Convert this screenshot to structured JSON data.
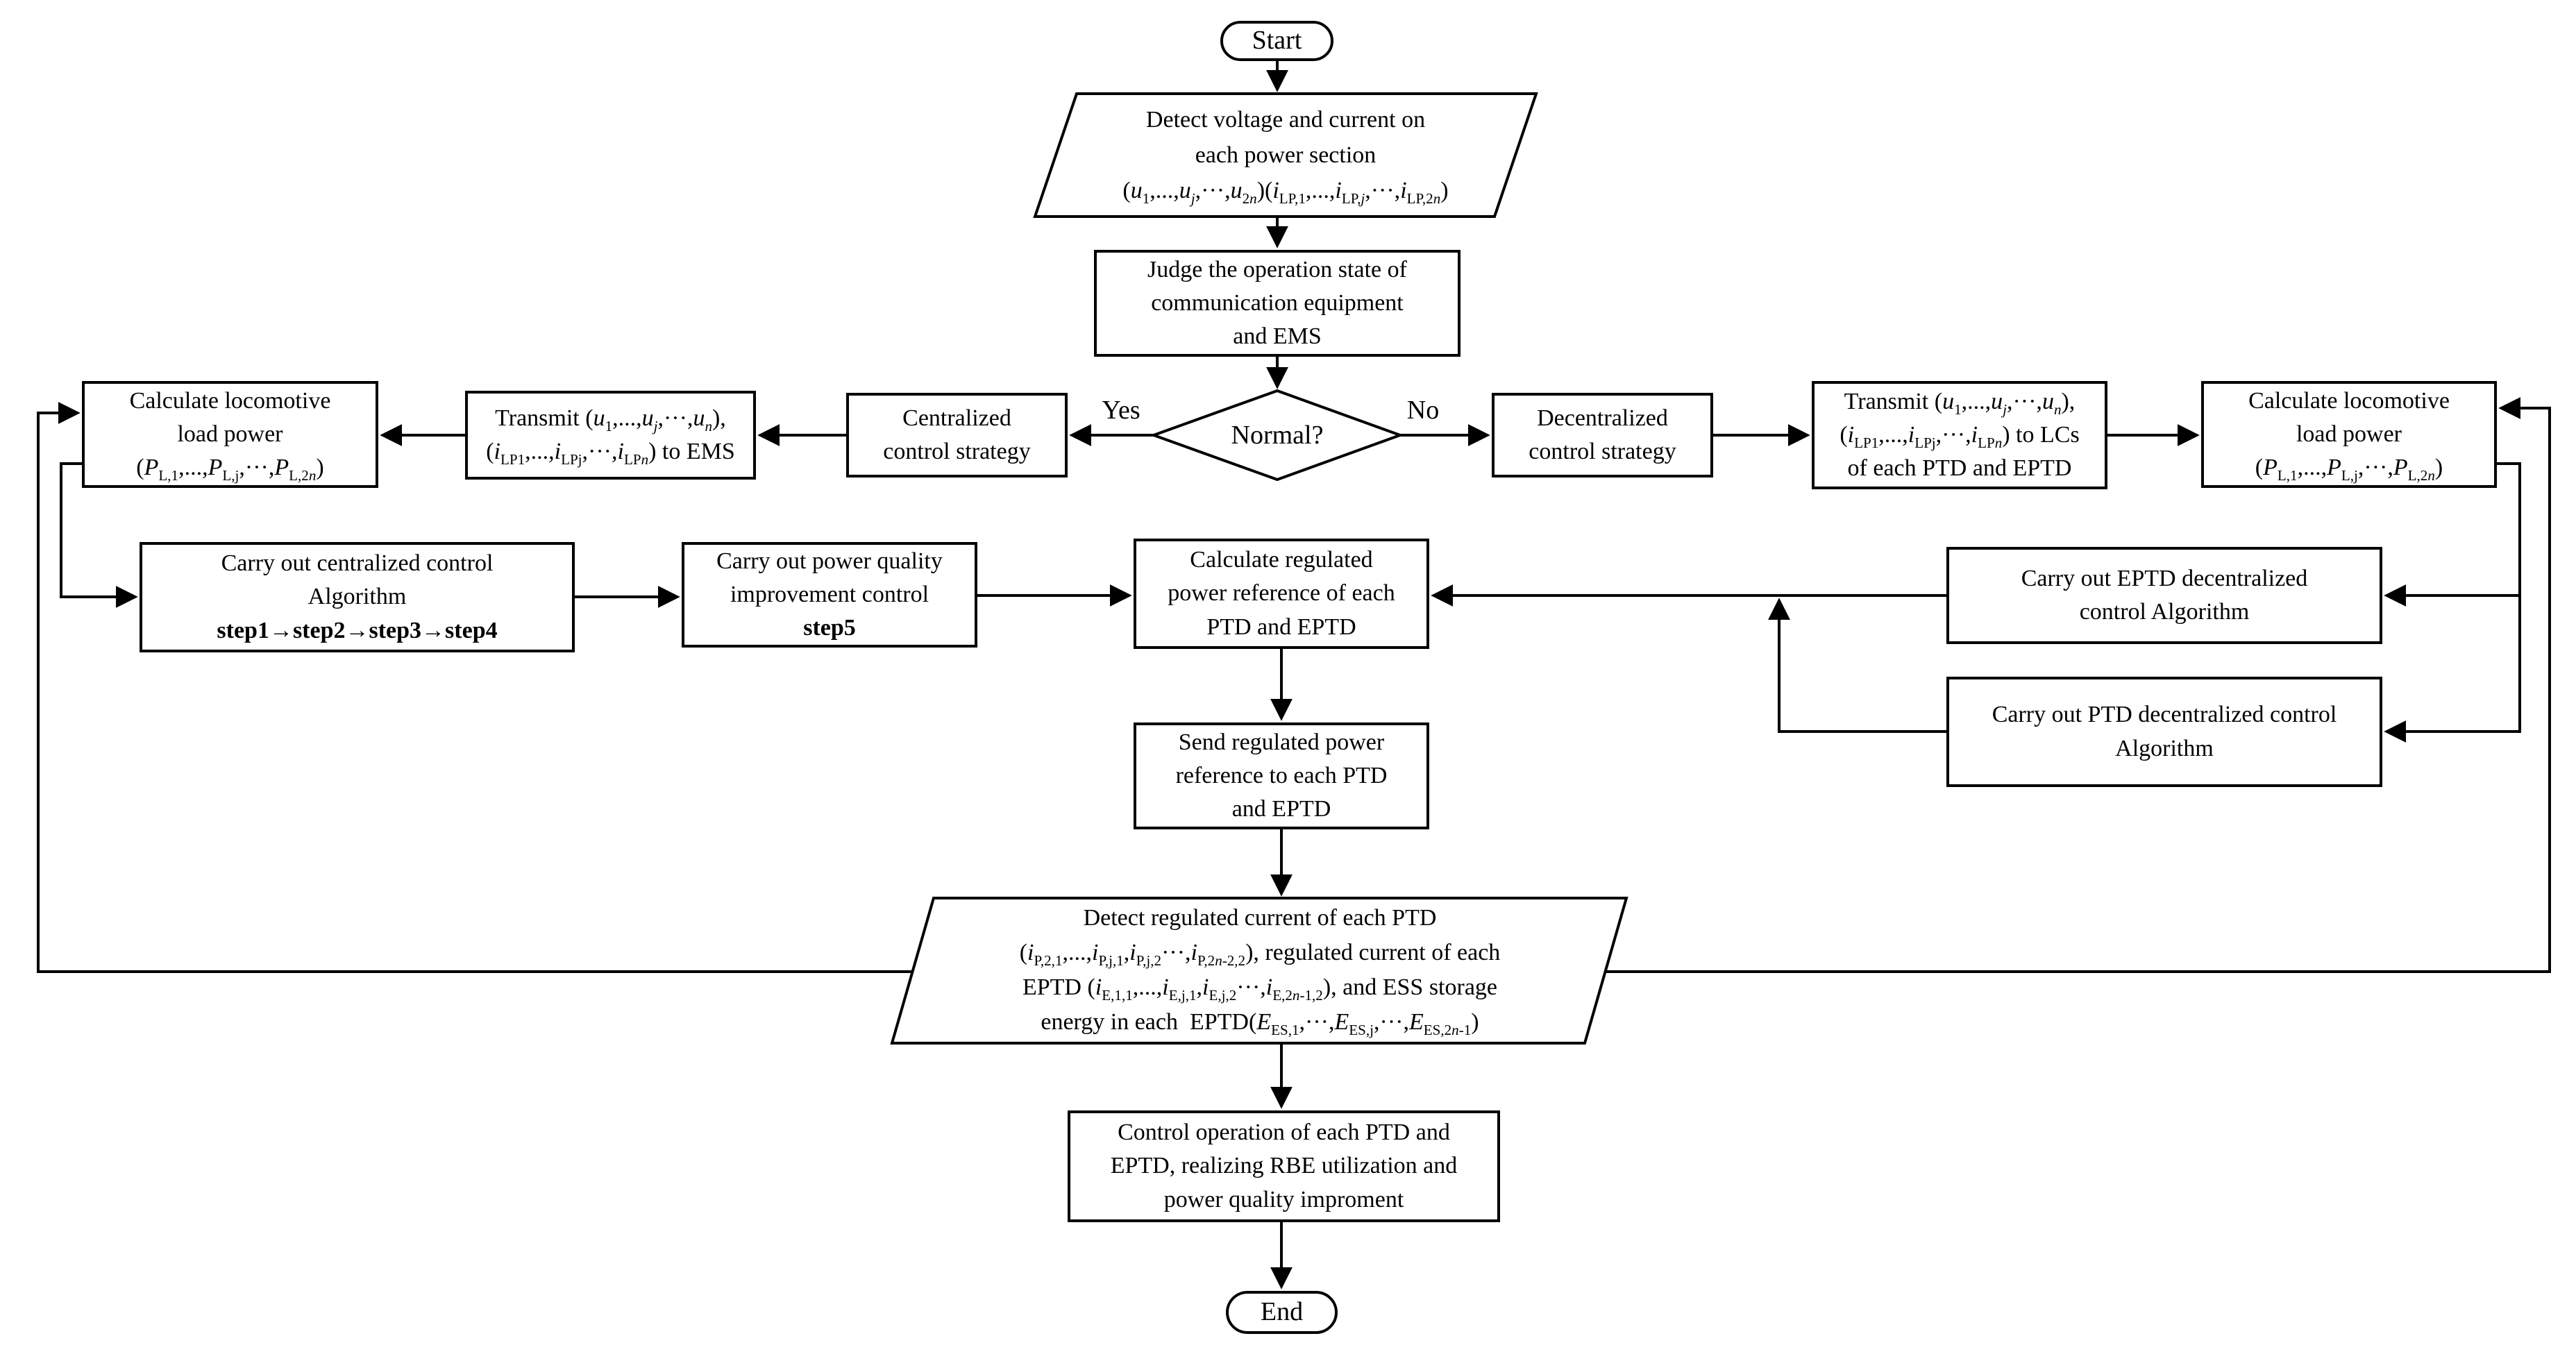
{
  "diagram": {
    "title_hint": "Flowchart of centralized and decentralized control strategy for PTD/EPTD power system",
    "colors": {
      "stroke": "#000000",
      "background": "#ffffff",
      "text": "#000000"
    },
    "nodes": {
      "start": {
        "label": "Start"
      },
      "end": {
        "label": "End"
      },
      "decision": {
        "label": "Normal?",
        "yes_label": "Yes",
        "no_label": "No"
      },
      "judge": {
        "label": "Judge the operation state of\ncommunication equipment\nand EMS"
      },
      "centralized": {
        "label": "Centralized\ncontrol strategy"
      },
      "decentralized": {
        "label": "Decentralized\ncontrol strategy"
      },
      "calc_regulated": {
        "label": "Calculate regulated\npower reference of each\nPTD and EPTD"
      },
      "carry_eptd": {
        "label": "Carry out EPTD decentralized\ncontrol Algorithm"
      },
      "carry_ptd": {
        "label": "Carry out PTD decentralized control\nAlgorithm"
      },
      "send_regulated": {
        "label": "Send regulated power\nreference to each PTD\nand EPTD"
      },
      "control_operation": {
        "label": "Control operation of each PTD and\nEPTD, realizing RBE utilization and\npower quality improment"
      },
      "detect_input": {
        "lines": [
          [
            {
              "t": "Detect voltage and current on"
            }
          ],
          [
            {
              "t": "each power section"
            }
          ],
          [
            {
              "t": "("
            },
            {
              "i": "u"
            },
            {
              "sub": "1"
            },
            {
              "t": ",...,"
            },
            {
              "i": "u"
            },
            {
              "isub": "j"
            },
            {
              "t": ",···,"
            },
            {
              "i": "u"
            },
            {
              "sub": "2"
            },
            {
              "isub": "n"
            },
            {
              "t": ")("
            },
            {
              "i": "i"
            },
            {
              "sub": "LP,1"
            },
            {
              "t": ",...,"
            },
            {
              "i": "i"
            },
            {
              "sub": "LP,"
            },
            {
              "isub": "j"
            },
            {
              "t": ",···,"
            },
            {
              "i": "i"
            },
            {
              "sub": "LP,2"
            },
            {
              "isub": "n"
            },
            {
              "t": ")"
            }
          ]
        ]
      },
      "calc_load_left": {
        "lines": [
          [
            {
              "t": "Calculate locomotive"
            }
          ],
          [
            {
              "t": "load power"
            }
          ],
          [
            {
              "t": "("
            },
            {
              "i": "P"
            },
            {
              "sub": "L,1"
            },
            {
              "t": ",...,"
            },
            {
              "i": "P"
            },
            {
              "sub": "L,j"
            },
            {
              "t": ",···,"
            },
            {
              "i": "P"
            },
            {
              "sub": "L,2"
            },
            {
              "isub": "n"
            },
            {
              "t": ")"
            }
          ]
        ]
      },
      "calc_load_right": {
        "lines": [
          [
            {
              "t": "Calculate locomotive"
            }
          ],
          [
            {
              "t": "load power"
            }
          ],
          [
            {
              "t": "("
            },
            {
              "i": "P"
            },
            {
              "sub": "L,1"
            },
            {
              "t": ",...,"
            },
            {
              "i": "P"
            },
            {
              "sub": "L,j"
            },
            {
              "t": ",···,"
            },
            {
              "i": "P"
            },
            {
              "sub": "L,2"
            },
            {
              "isub": "n"
            },
            {
              "t": ")"
            }
          ]
        ]
      },
      "transmit_ems": {
        "lines": [
          [
            {
              "t": "Transmit ("
            },
            {
              "i": "u"
            },
            {
              "sub": "1"
            },
            {
              "t": ",...,"
            },
            {
              "i": "u"
            },
            {
              "isub": "j"
            },
            {
              "t": ",···,"
            },
            {
              "i": "u"
            },
            {
              "isub": "n"
            },
            {
              "t": "),"
            }
          ],
          [
            {
              "t": "("
            },
            {
              "i": "i"
            },
            {
              "sub": "LP1"
            },
            {
              "t": ",...,"
            },
            {
              "i": "i"
            },
            {
              "sub": "LPj"
            },
            {
              "t": ",···,"
            },
            {
              "i": "i"
            },
            {
              "sub": "LP"
            },
            {
              "isub": "n"
            },
            {
              "t": ") to EMS"
            }
          ]
        ]
      },
      "transmit_lcs": {
        "lines": [
          [
            {
              "t": "Transmit ("
            },
            {
              "i": "u"
            },
            {
              "sub": "1"
            },
            {
              "t": ",...,"
            },
            {
              "i": "u"
            },
            {
              "isub": "j"
            },
            {
              "t": ",···,"
            },
            {
              "i": "u"
            },
            {
              "isub": "n"
            },
            {
              "t": "),"
            }
          ],
          [
            {
              "t": "("
            },
            {
              "i": "i"
            },
            {
              "sub": "LP1"
            },
            {
              "t": ",...,"
            },
            {
              "i": "i"
            },
            {
              "sub": "LPj"
            },
            {
              "t": ",···,"
            },
            {
              "i": "i"
            },
            {
              "sub": "LP"
            },
            {
              "isub": "n"
            },
            {
              "t": ") to LCs"
            }
          ],
          [
            {
              "t": "of each PTD and EPTD"
            }
          ]
        ]
      },
      "carry_centralized": {
        "lines": [
          [
            {
              "t": "Carry out centralized control"
            }
          ],
          [
            {
              "t": "Algorithm"
            }
          ],
          [
            {
              "b": "step1→step2→step3→step4"
            }
          ]
        ]
      },
      "carry_pq": {
        "lines": [
          [
            {
              "t": "Carry out power quality"
            }
          ],
          [
            {
              "t": "improvement control"
            }
          ],
          [
            {
              "b": "step5"
            }
          ]
        ]
      },
      "detect_output": {
        "lines": [
          [
            {
              "t": "Detect regulated current of each PTD"
            }
          ],
          [
            {
              "t": "("
            },
            {
              "i": "i"
            },
            {
              "sub": "P,2,1"
            },
            {
              "t": ",...,"
            },
            {
              "i": "i"
            },
            {
              "sub": "P,j,1"
            },
            {
              "t": ","
            },
            {
              "i": "i"
            },
            {
              "sub": "P,j,2"
            },
            {
              "t": "···,"
            },
            {
              "i": "i"
            },
            {
              "sub": "P,2"
            },
            {
              "isub": "n"
            },
            {
              "sub": "-2,2"
            },
            {
              "t": "), regulated current of each"
            }
          ],
          [
            {
              "t": "EPTD ("
            },
            {
              "i": "i"
            },
            {
              "sub": "E,1,1"
            },
            {
              "t": ",...,"
            },
            {
              "i": "i"
            },
            {
              "sub": "E,j,1"
            },
            {
              "t": ","
            },
            {
              "i": "i"
            },
            {
              "sub": "E,j,2"
            },
            {
              "t": "···,"
            },
            {
              "i": "i"
            },
            {
              "sub": "E,2"
            },
            {
              "isub": "n"
            },
            {
              "sub": "-1,2"
            },
            {
              "t": "), and ESS storage"
            }
          ],
          [
            {
              "t": "energy in each  EPTD("
            },
            {
              "i": "E"
            },
            {
              "sub": "ES,1"
            },
            {
              "t": ",···,"
            },
            {
              "i": "E"
            },
            {
              "sub": "ES,j"
            },
            {
              "t": ",···,"
            },
            {
              "i": "E"
            },
            {
              "sub": "ES,2"
            },
            {
              "isub": "n"
            },
            {
              "sub": "-1"
            },
            {
              "t": ")"
            }
          ]
        ]
      }
    }
  }
}
